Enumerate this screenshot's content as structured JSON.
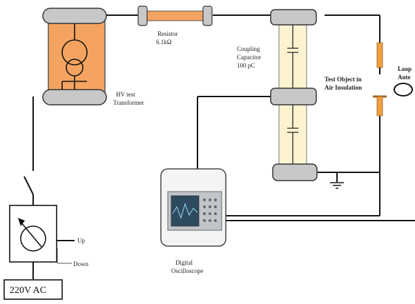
{
  "labels": {
    "resistor_name": "Resistor",
    "resistor_value": "6.1kΩ",
    "transformer_line1": "HV test",
    "transformer_line2": "Transformer",
    "capacitor_line1": "Coupling",
    "capacitor_line2": "Capacitor",
    "capacitor_line3": "100 pC",
    "test_object_line1": "Test Object in",
    "test_object_line2": "Air Insulation",
    "antenna_line1": "Loop",
    "antenna_line2": "Ante",
    "regulator_up": "Up",
    "regulator_down": "Down",
    "oscilloscope_line1": "Digital",
    "oscilloscope_line2": "Oscilloscope",
    "source": "220V AC"
  },
  "colors": {
    "transformer_fill": "#f4a460",
    "resistor_fill": "#f4a460",
    "capacitor_fill": "#fdf3d0",
    "bushing_fill": "#c8c8c8",
    "test_object_tip": "#f0a040",
    "wire": "#111111"
  }
}
